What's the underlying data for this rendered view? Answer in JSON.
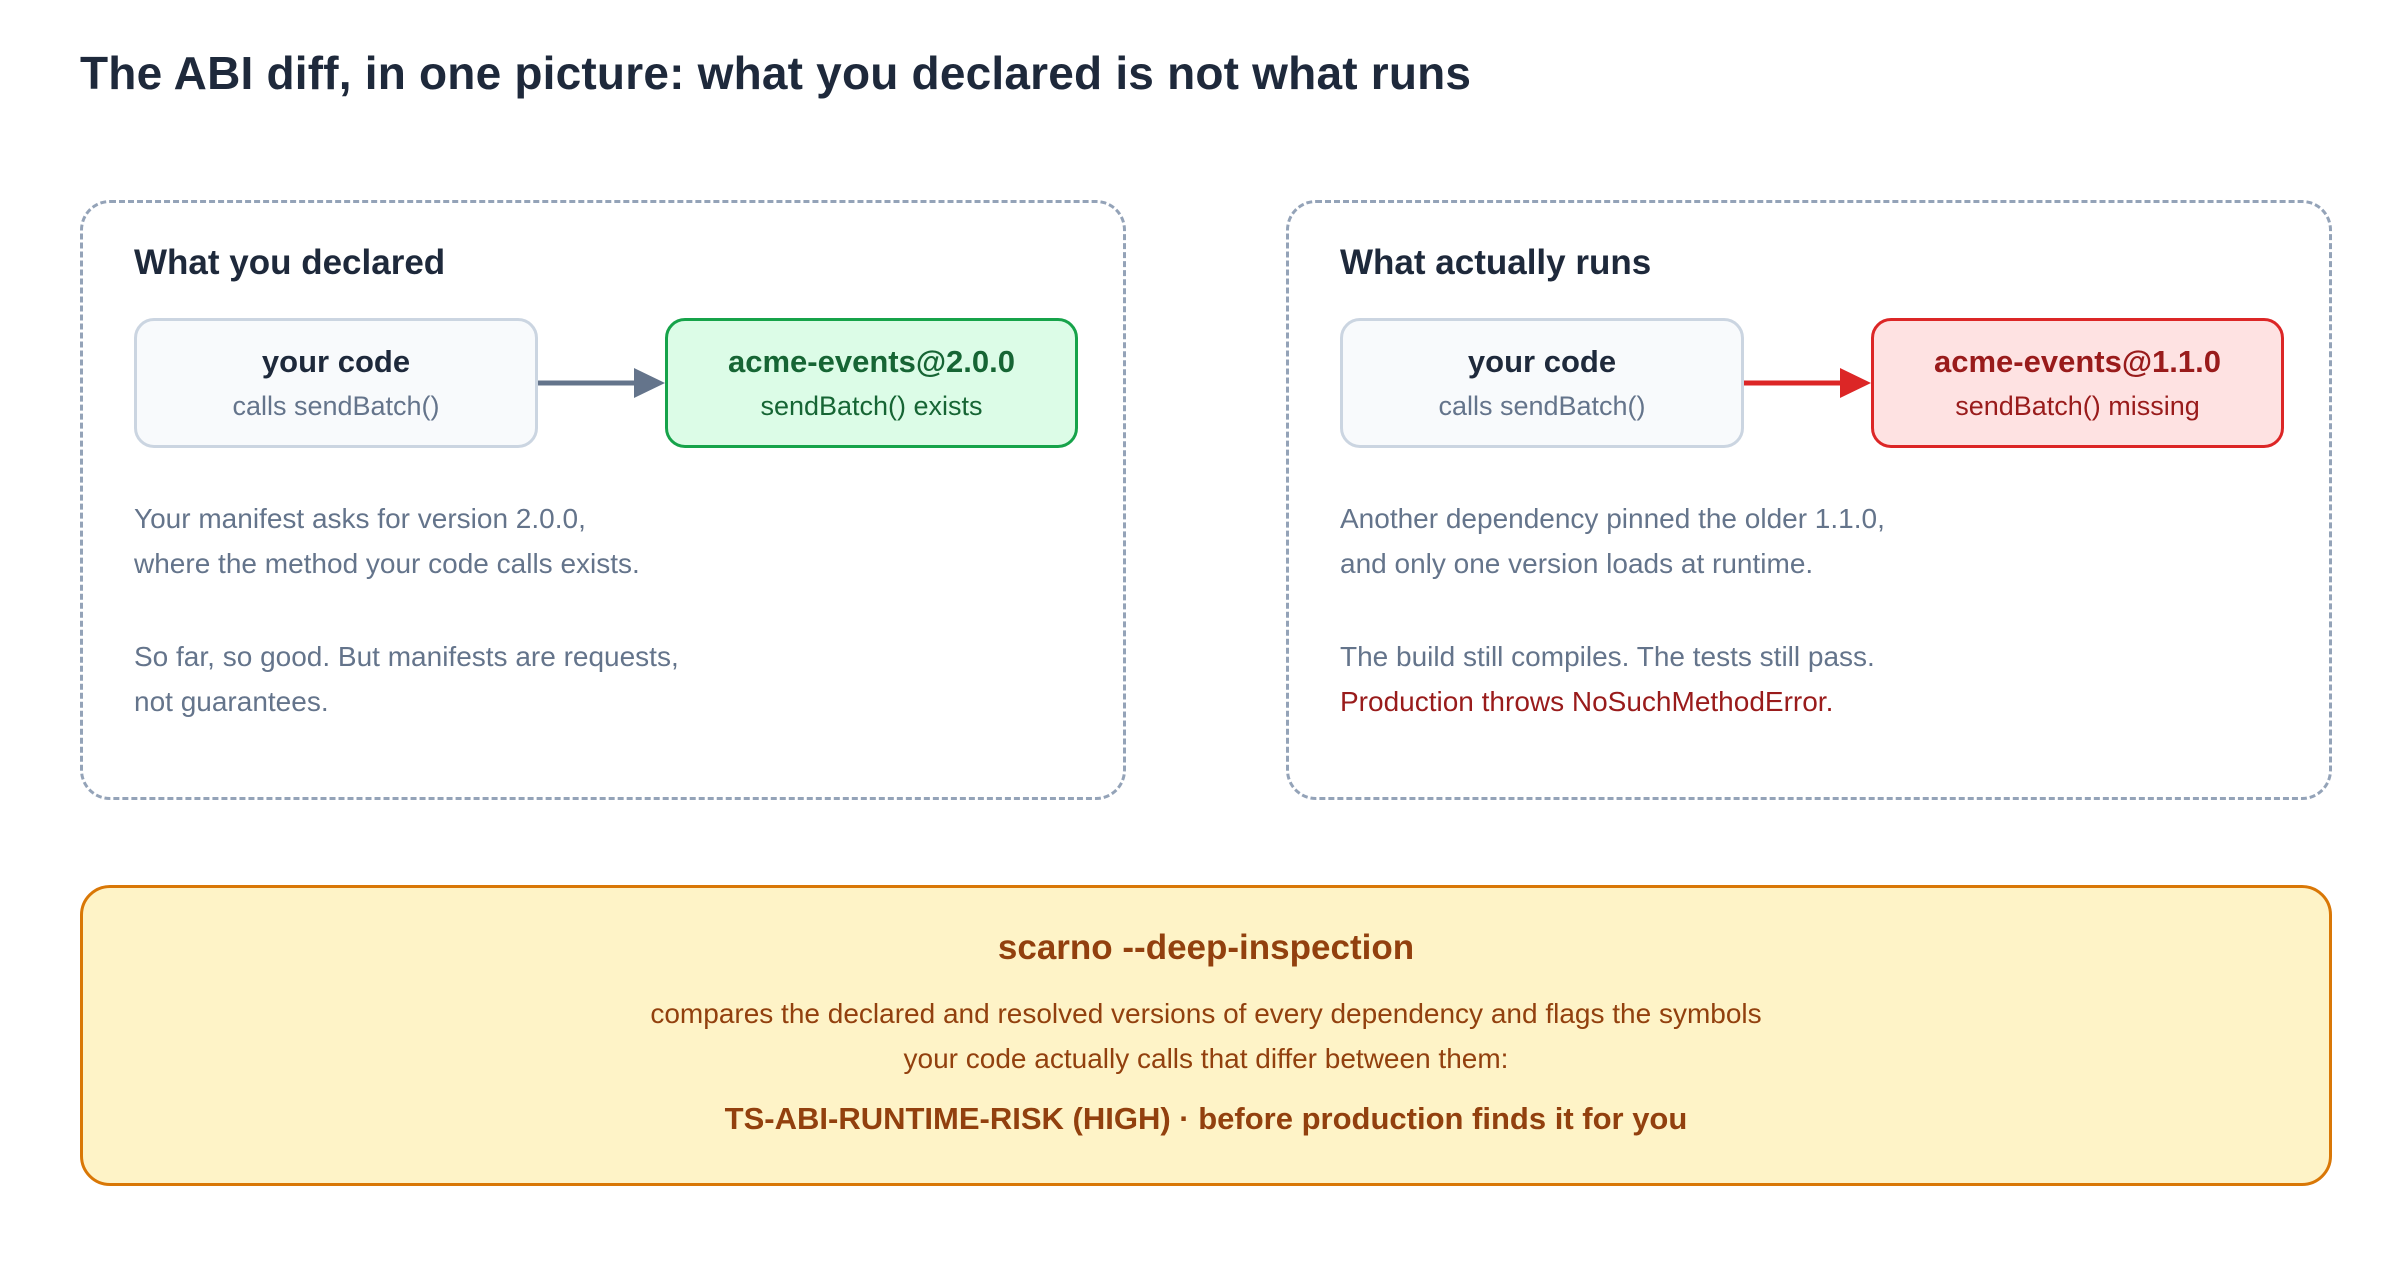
{
  "title": "The ABI diff, in one picture: what you declared is not what runs",
  "colors": {
    "text_dark": "#1e293b",
    "text_muted": "#64748b",
    "panel_border": "#94a3b8",
    "ok_fill": "#dcfce7",
    "ok_border": "#16a34a",
    "ok_text": "#166534",
    "bad_fill": "#fee2e2",
    "bad_border": "#dc2626",
    "bad_text": "#991b1b",
    "callout_fill": "#fef3c7",
    "callout_border": "#d97706",
    "callout_text": "#92400e"
  },
  "declared": {
    "title": "What you declared",
    "code_node": {
      "title": "your code",
      "subtitle": "calls sendBatch()"
    },
    "dep_node": {
      "title": "acme-events@2.0.0",
      "subtitle": "sendBatch() exists"
    },
    "arrow_icon": "arrow-right-icon",
    "paragraph1": [
      "Your manifest asks for version 2.0.0,",
      "where the method your code calls exists."
    ],
    "paragraph2": [
      "So far, so good. But manifests are requests,",
      "not guarantees."
    ]
  },
  "runtime": {
    "title": "What actually runs",
    "code_node": {
      "title": "your code",
      "subtitle": "calls sendBatch()"
    },
    "dep_node": {
      "title": "acme-events@1.1.0",
      "subtitle": "sendBatch() missing"
    },
    "arrow_icon": "arrow-right-icon",
    "paragraph1": [
      "Another dependency pinned the older 1.1.0,",
      "and only one version loads at runtime."
    ],
    "paragraph2": [
      "The build still compiles. The tests still pass."
    ],
    "error_line": "Production throws NoSuchMethodError."
  },
  "callout": {
    "title": "scarno --deep-inspection",
    "body": [
      "compares the declared and resolved versions of every dependency and flags the symbols",
      "your code actually calls that differ between them:"
    ],
    "footer": "TS-ABI-RUNTIME-RISK (HIGH) · before production finds it for you"
  }
}
